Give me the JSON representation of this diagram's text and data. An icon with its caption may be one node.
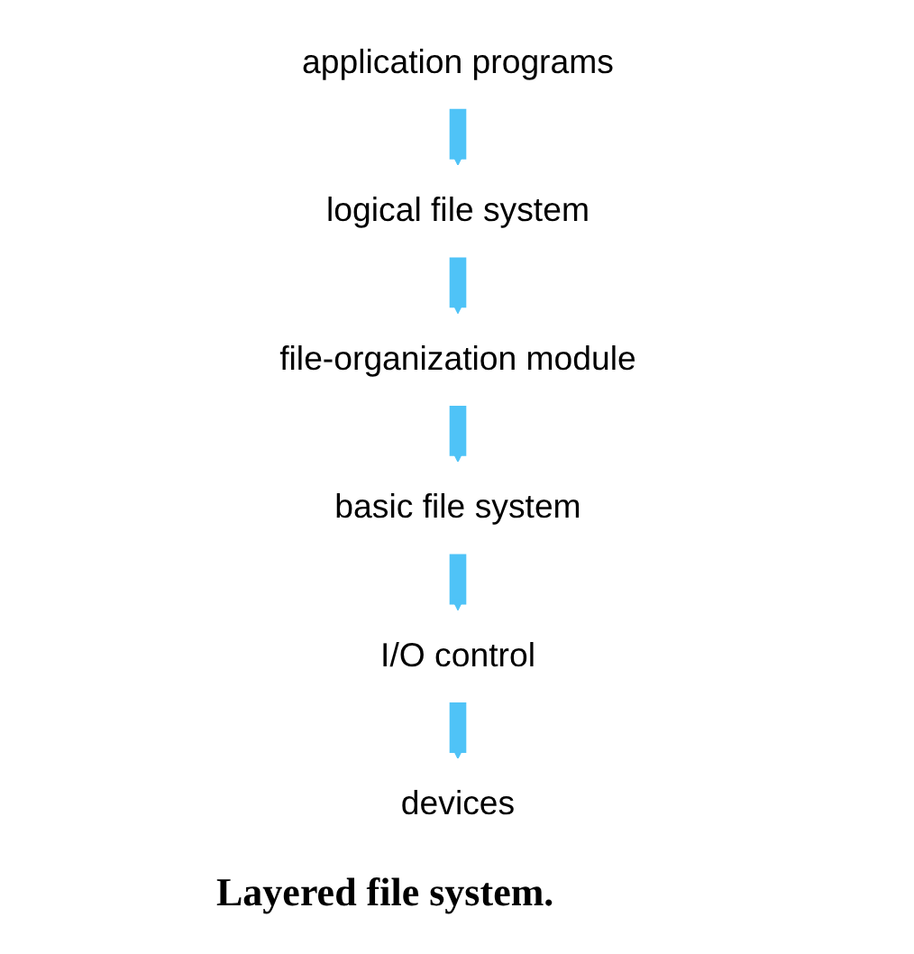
{
  "diagram": {
    "caption": "Layered file system.",
    "nodes": [
      {
        "text": [
          "application programs"
        ]
      },
      {
        "text": [
          "logical file system"
        ]
      },
      {
        "text": [
          "file-organization module"
        ]
      },
      {
        "text": [
          "basic file system"
        ]
      },
      {
        "text": [
          "I/O control"
        ]
      },
      {
        "text": [
          "devices"
        ]
      }
    ],
    "edges": [
      {
        "from": 0,
        "to": 1,
        "arrow": "to"
      },
      {
        "from": 1,
        "to": 2,
        "arrow": "to"
      },
      {
        "from": 2,
        "to": 3,
        "arrow": "to"
      },
      {
        "from": 3,
        "to": 4,
        "arrow": "to"
      },
      {
        "from": 4,
        "to": 5,
        "arrow": "to"
      }
    ]
  }
}
